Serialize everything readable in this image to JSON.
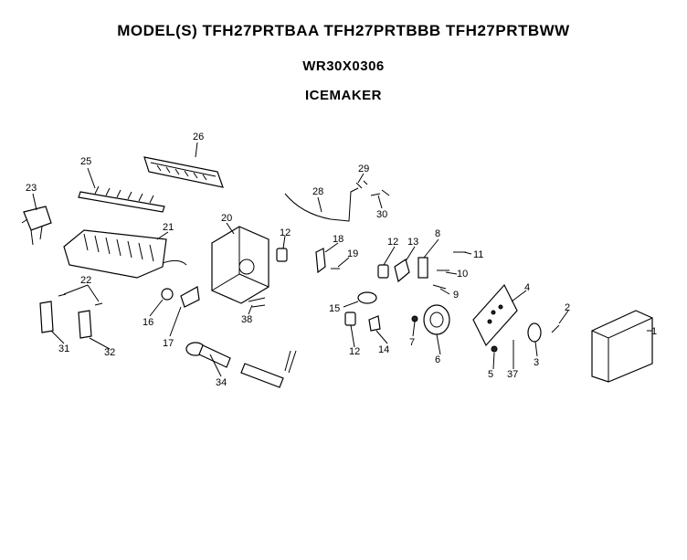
{
  "header": {
    "title": "MODEL(S) TFH27PRTBAA  TFH27PRTBBB  TFH27PRTBWW",
    "part_number": "WR30X0306",
    "assembly": "ICEMAKER"
  },
  "callouts": [
    "1",
    "2",
    "3",
    "4",
    "5",
    "6",
    "7",
    "8",
    "9",
    "10",
    "11",
    "12",
    "12",
    "12",
    "12",
    "13",
    "14",
    "15",
    "16",
    "17",
    "18",
    "19",
    "20",
    "21",
    "22",
    "23",
    "25",
    "26",
    "28",
    "29",
    "30",
    "31",
    "32",
    "34",
    "37",
    "38"
  ]
}
